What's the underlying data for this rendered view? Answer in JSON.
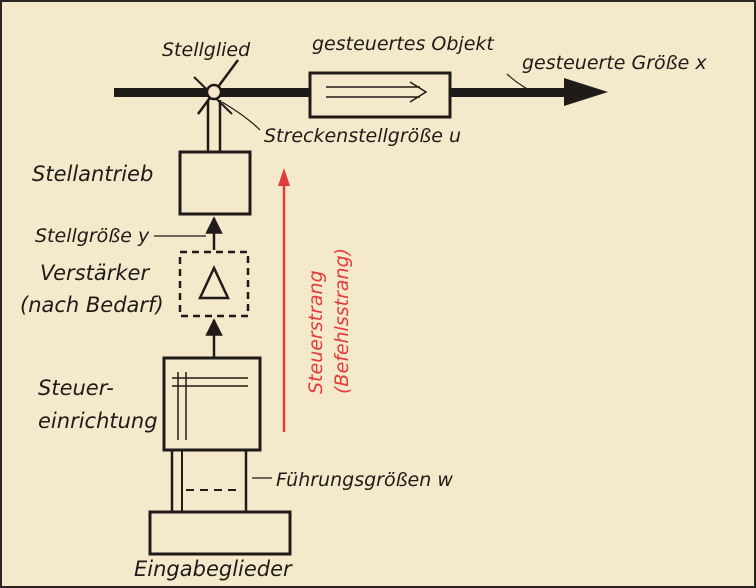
{
  "colors": {
    "paper": "#f5e9cb",
    "ink": "#1f1b18",
    "accent_red": "#e33a3a"
  },
  "labels": {
    "stellglied": "Stellglied",
    "gesteuertes_objekt": "gesteuertes Objekt",
    "gesteuerte_groesse": "gesteuerte Größe x",
    "streckenstellgroesse": "Streckenstellgröße u",
    "stellantrieb": "Stellantrieb",
    "stellgroesse": "Stellgröße y",
    "verstaerker": "Verstärker",
    "nach_bedarf": "(nach Bedarf)",
    "steuer": "Steuer-",
    "einrichtung": "einrichtung",
    "fuehrungsgroessen": "Führungsgrößen w",
    "eingabeglieder": "Eingabeglieder",
    "steuerstrang": "Steuerstrang",
    "befehlsstrang": "(Befehlsstrang)"
  }
}
